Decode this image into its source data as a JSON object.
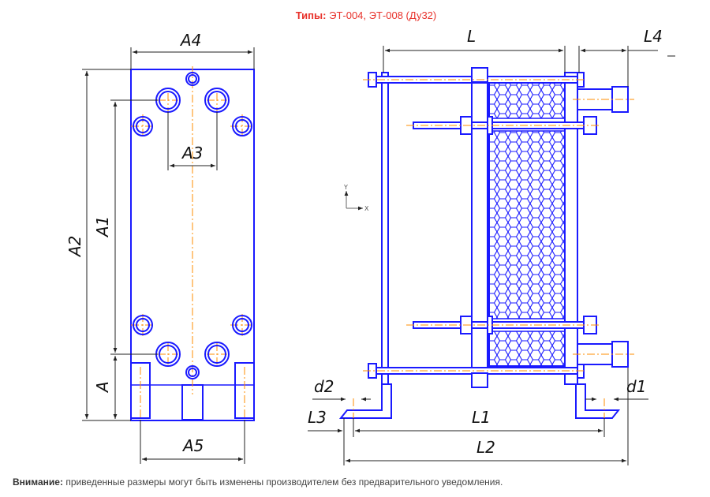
{
  "header": {
    "title_prefix": "Типы:",
    "title_rest": "ЭТ-004, ЭТ-008 (Ду32)"
  },
  "footer": {
    "note_prefix": "Внимание:",
    "note_text": "приведенные размеры могут быть изменены производителем без предварительного уведомления."
  },
  "labels": {
    "A": "A",
    "A1": "A1",
    "A2": "A2",
    "A3": "A3",
    "A4": "A4",
    "A5": "A5",
    "L": "L",
    "L1": "L1",
    "L2": "L2",
    "L3": "L3",
    "L4": "L4",
    "d1": "d1",
    "d2": "d2",
    "axis_y": "Y",
    "axis_x": "X"
  },
  "colors": {
    "title": "#e8312a",
    "outline": "#1a1aff",
    "centerline": "#ff8c00",
    "dimension": "#222222"
  }
}
